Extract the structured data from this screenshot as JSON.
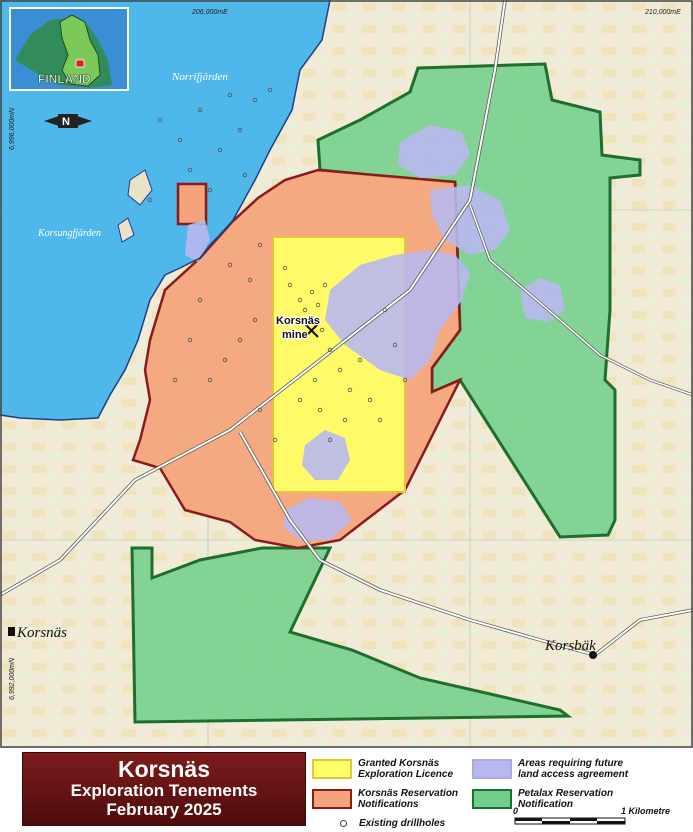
{
  "title": {
    "main": "Korsnäs",
    "sub": "Exploration Tenements",
    "date": "February 2025"
  },
  "inset": {
    "country": "FINLAND"
  },
  "north_arrow": "N",
  "place_labels": {
    "norrfjarden": "Norrifjärden",
    "korsungfjarden": "Korsungfjärden",
    "korsnas_town": "Korsnäs",
    "korsbak_town": "Korsbäk",
    "mine_line1": "Korsnäs",
    "mine_line2": "mine"
  },
  "grid_labels": {
    "top_easting_1": "206,000mE",
    "top_easting_2": "210,000mE",
    "left_northing_1": "6,996,000mN",
    "left_northing_2": "6,992,000mN"
  },
  "legend": {
    "granted": {
      "line1": "Granted Korsnäs",
      "line2": "Exploration Licence",
      "fill": "#ffff66",
      "stroke": "#e8c23a"
    },
    "areas_future": {
      "line1": "Areas requiring future",
      "line2": "land access agreement",
      "fill": "#b8b8ee",
      "stroke": "#a9a9e6"
    },
    "korsnas_reservation": {
      "line1": "Korsnäs Reservation",
      "line2": "Notifications",
      "fill": "#f4a37a",
      "stroke": "#8b1b1b"
    },
    "petalax_reservation": {
      "line1": "Petalax Reservation",
      "line2": "Notification",
      "fill": "#6fcf8a",
      "stroke": "#1e6e2e"
    },
    "drillholes": "Existing drillholes"
  },
  "scale": {
    "start": "0",
    "end": "1 Kilometre"
  },
  "colors": {
    "sea": "#4fb8ea",
    "land": "#f1ead6",
    "title_bg": "#6e1414"
  }
}
